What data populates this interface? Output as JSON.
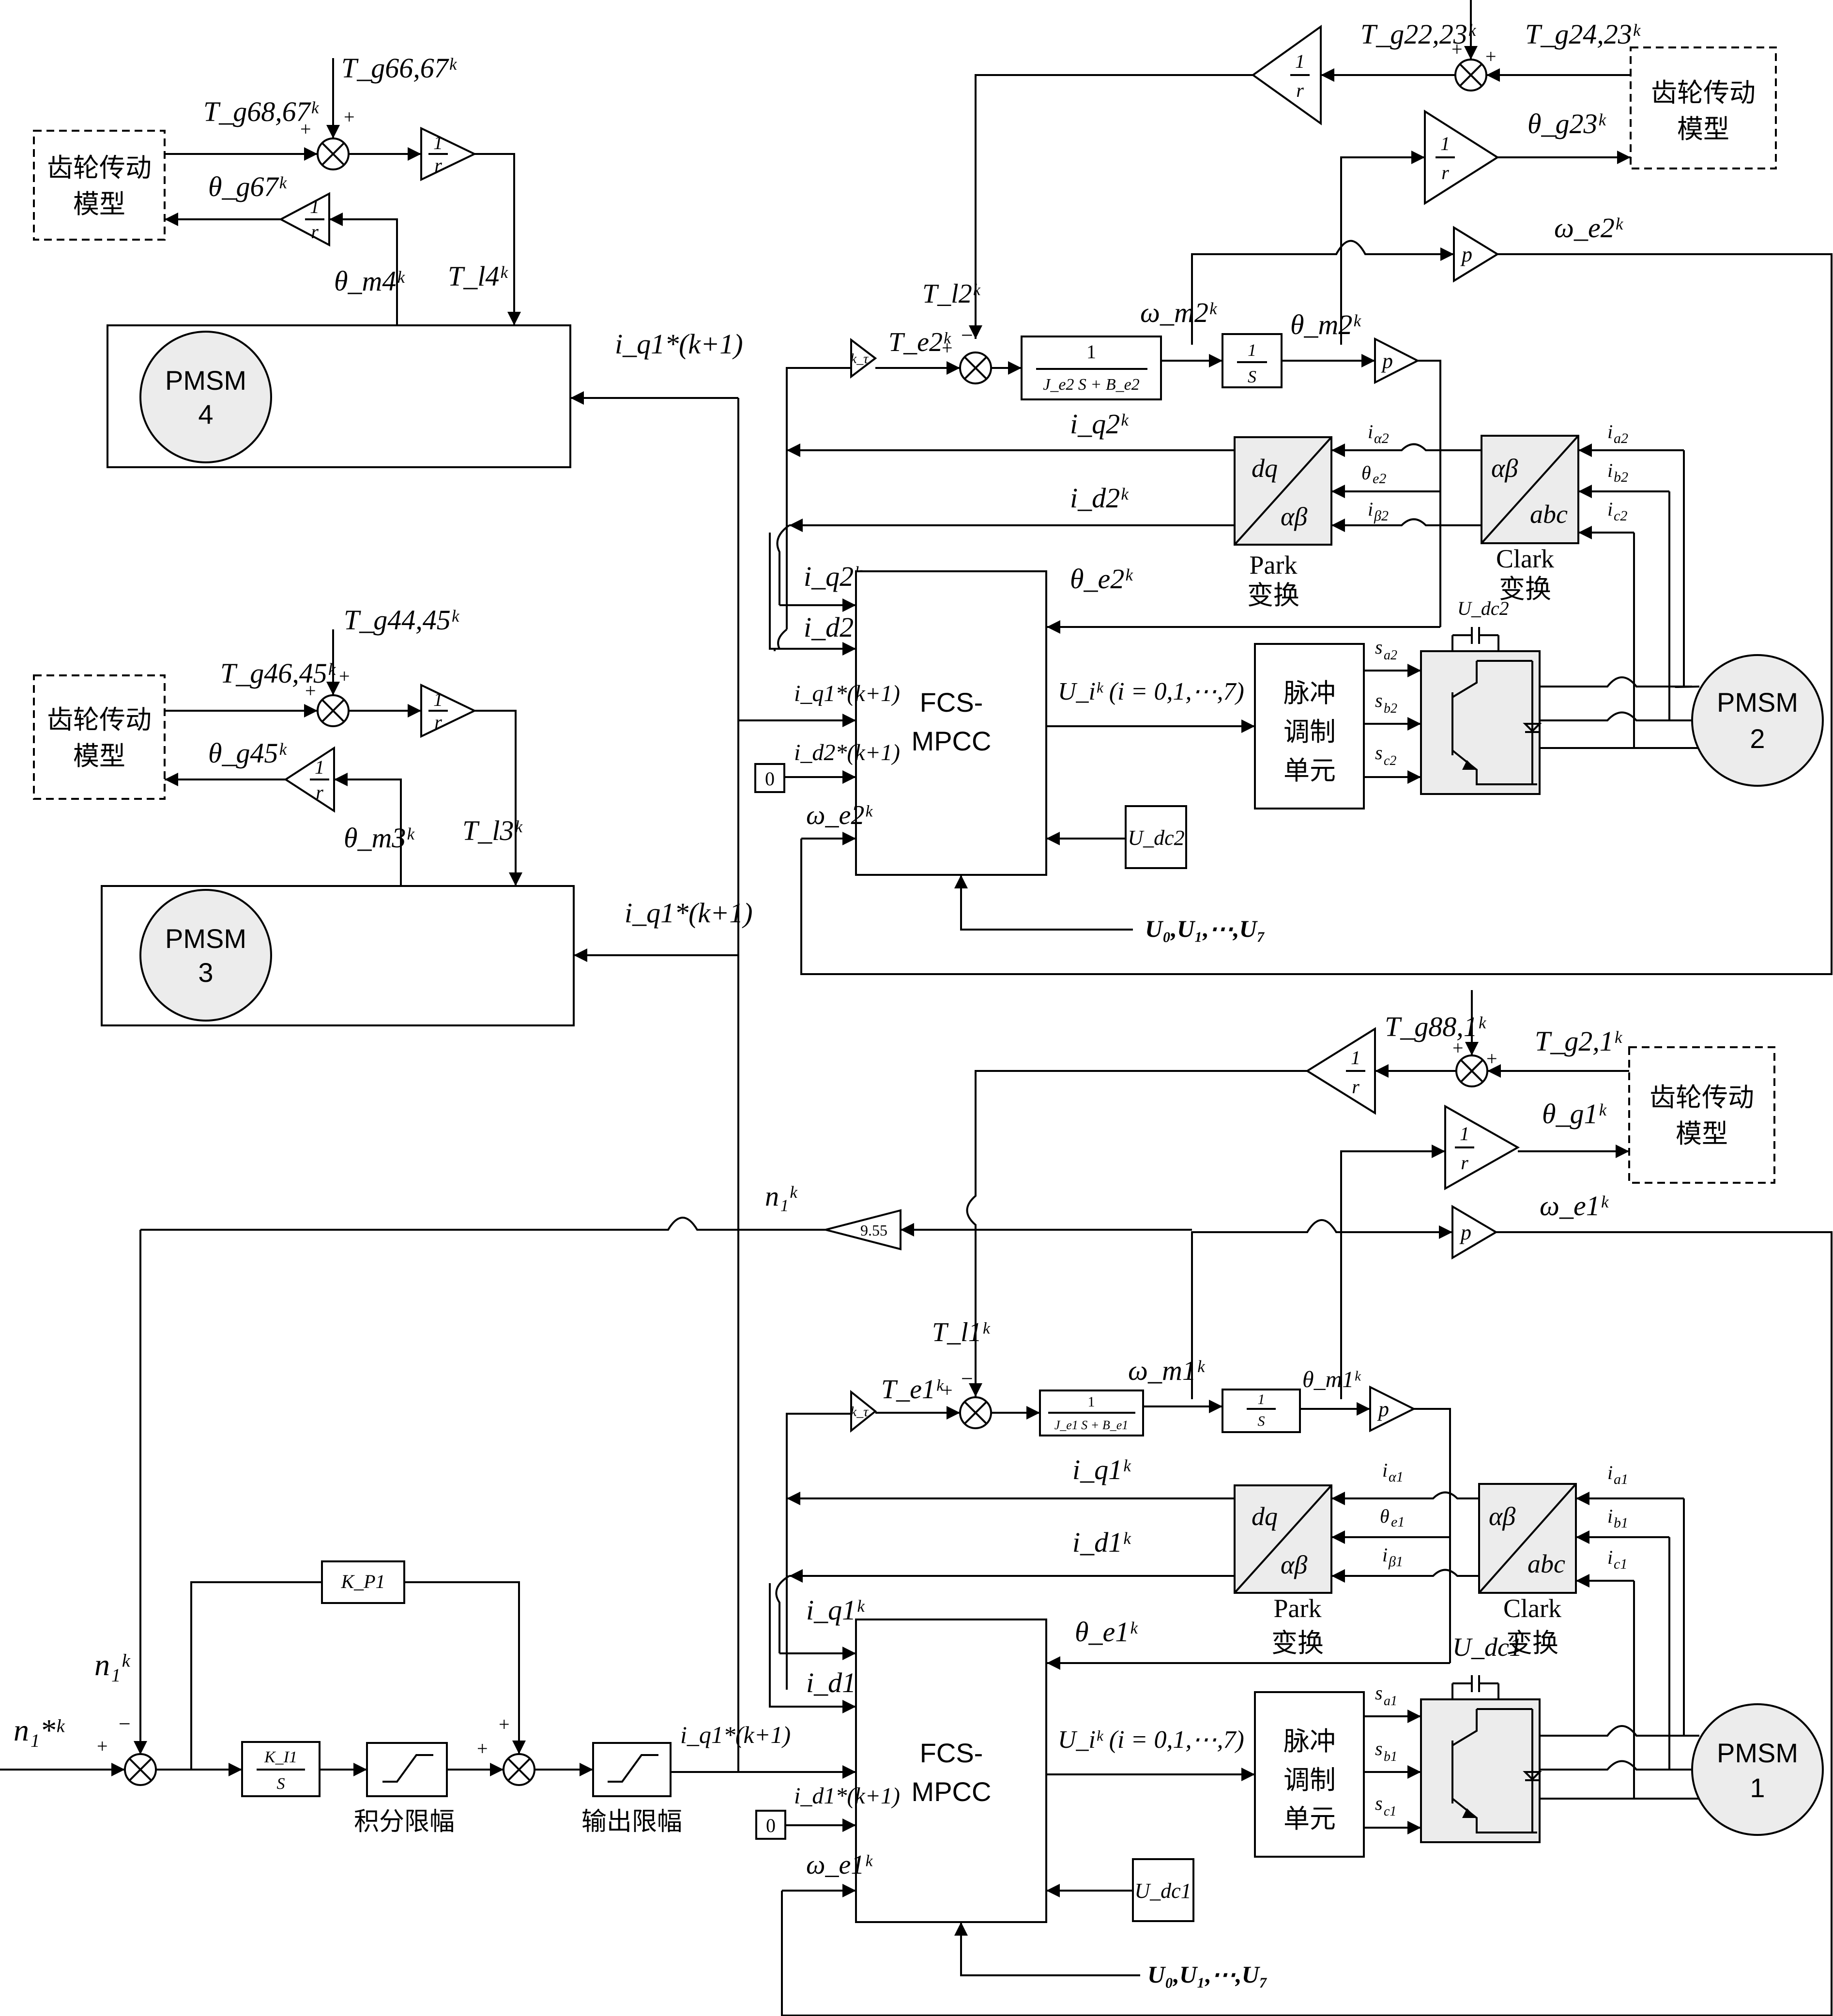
{
  "blocks": {
    "pmsm1": [
      "PMSM",
      "1"
    ],
    "pmsm2": [
      "PMSM",
      "2"
    ],
    "pmsm3": [
      "PMSM",
      "3"
    ],
    "pmsm4": [
      "PMSM",
      "4"
    ],
    "gear_model": [
      "齿轮传动",
      "模型"
    ],
    "fcs": [
      "FCS-",
      "MPCC"
    ],
    "pulse": [
      "脉冲",
      "调制",
      "单元"
    ],
    "park": [
      "Park",
      "变换"
    ],
    "clark": [
      "Clark",
      "变换"
    ],
    "integral_limit": "积分限幅",
    "output_limit": "输出限幅",
    "gain_955": "9.55",
    "zero": "0"
  },
  "labels": {
    "n1_ref": "n₁*ᵏ",
    "n1": "n₁ᵏ",
    "kp1": "K_P1",
    "ki1": "K_I1 / S",
    "iq1_ref": "i_q1*(k+1)",
    "id1_ref": "i_d1*(k+1)",
    "id2_ref": "i_d2*(k+1)",
    "iq1": "i_q1ᵏ",
    "id1": "i_d1ᵏ",
    "iq2": "i_q2ᵏ",
    "id2": "i_d2ᵏ",
    "we1": "ω_e1ᵏ",
    "we2": "ω_e2ᵏ",
    "wm1": "ω_m1ᵏ",
    "wm2": "ω_m2ᵏ",
    "thm1": "θ_m1ᵏ",
    "thm2": "θ_m2ᵏ",
    "thm3": "θ_m3ᵏ",
    "thm4": "θ_m4ᵏ",
    "the1": "θ_e1ᵏ",
    "the2": "θ_e2ᵏ",
    "thg1": "θ_g1ᵏ",
    "thg23": "θ_g23ᵏ",
    "thg45": "θ_g45ᵏ",
    "thg67": "θ_g67ᵏ",
    "te1": "T_e1ᵏ",
    "te2": "T_e2ᵏ",
    "tl1": "T_l1ᵏ",
    "tl2": "T_l2ᵏ",
    "tl3": "T_l3ᵏ",
    "tl4": "T_l4ᵏ",
    "tg2_1": "T_g2,1ᵏ",
    "tg88_1": "T_g88,1ᵏ",
    "tg22_23": "T_g22,23ᵏ",
    "tg24_23": "T_g24,23ᵏ",
    "tg44_45": "T_g44,45ᵏ",
    "tg46_45": "T_g46,45ᵏ",
    "tg66_67": "T_g66,67ᵏ",
    "tg68_67": "T_g68,67ᵏ",
    "ui": "U_iᵏ (i = 0,1,⋯,7)",
    "u_set": "U₀,U₁,⋯,U₇",
    "udc1": "U_dc1",
    "udc2": "U_dc2",
    "mech1": "1 / (J_e1 S + B_e1)",
    "mech2": "1 / (J_e2 S + B_e2)",
    "integ": "1 / S",
    "gain_p": "p",
    "gain_r": "1 / r",
    "gain_kt": "k_τ",
    "dq": "dq",
    "alphabeta": "αβ",
    "abc": "abc"
  }
}
